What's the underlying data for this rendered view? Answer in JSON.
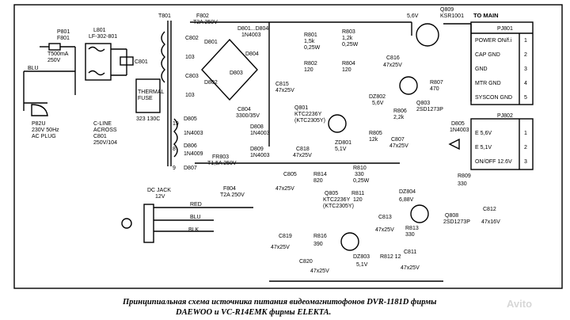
{
  "labels": {
    "p801": "P801",
    "f801": "F801",
    "fuse_rating": "T500mA",
    "fuse_voltage": "250V",
    "blu_ac": "BLU",
    "plug_p2u": "P82U",
    "plug_rating": "230V 50Hz",
    "ac_plug": "AC PLUG",
    "l801": "L801",
    "lf": "LF-302-801",
    "c801": "C801",
    "c_line": "C-LINE",
    "across": "ACROSS",
    "c801b": "C801",
    "c801v": "250V/104",
    "thermal": "THERMAL",
    "fuse_word": "FUSE",
    "temp": "323 130C",
    "t801": "T801",
    "f802": "F802",
    "f802r": "T2A 250V",
    "d801_804": "D801...D804",
    "in4003a": "1N4003",
    "d801": "D801",
    "c802": "C802",
    "c103a": "103",
    "c803": "C803",
    "c103b": "103",
    "d802": "D802",
    "d804": "D804",
    "d803": "D803",
    "c804": "C804",
    "c804v": "3300/35V",
    "r801": "R801",
    "r801v": "1,5k",
    "r801w": "0,25W",
    "r802": "R802",
    "r802v": "120",
    "c815": "C815",
    "c815v": "47x25V",
    "q801": "Q801",
    "q801a": "KTC2236Y",
    "q801b": "(KTC2305Y)",
    "c818": "C818",
    "c818v": "47x25V",
    "zd801": "ZD801",
    "zd801v": "5,1V",
    "r803": "R803",
    "r803v": "1,2k",
    "r803w": "0,25W",
    "r804": "R804",
    "r804v": "120",
    "c816": "C816",
    "c816v": "47x25V",
    "dz802": "DZ802",
    "dz802v": "5,6V",
    "r806": "R806",
    "r806v": "2,2k",
    "r805": "R805",
    "r805v": "12k",
    "c807": "C807",
    "c807v": "47x25V",
    "q803": "Q803",
    "q803t": "2SD1273P",
    "r807": "R807",
    "r807v": "470",
    "v5": "5,6V",
    "q809": "Q809",
    "q809t": "KSR1001",
    "d805": "D805",
    "d805t": "1N4003",
    "d805b": "D805",
    "p19": "19",
    "in4003b": "1N4003",
    "d806": "D806",
    "in4003c": "1N4009",
    "d807": "D807",
    "p8": "8",
    "p9": "9",
    "fr803": "FR803",
    "fr803r": "T1,5A 250V",
    "f804": "F804",
    "f804r": "T2A 250V",
    "d808": "D808",
    "in4003d": "1N4003",
    "d809": "D809",
    "in4003e": "1N4003",
    "dc_jack": "DC JACK",
    "v12": "12V",
    "red": "RED",
    "blu": "BLU",
    "blk": "BLK",
    "c805": "C805",
    "c805v": "47x25V",
    "r814": "R814",
    "r814v": "820",
    "r810": "R810",
    "r810v": "330",
    "r810w": "0,25W",
    "q805": "Q805",
    "q805a": "KTC2236Y",
    "q805b": "(KTC2305Y)",
    "r811": "R811",
    "r811v": "120",
    "c813": "C813",
    "c813v": "47x25V",
    "dz804": "DZ804",
    "dz804v": "6,88V",
    "r813": "R813",
    "r813v": "330",
    "q808": "Q808",
    "q808t": "2SD1273P",
    "c812": "C812",
    "c812v": "47x16V",
    "r809": "R809",
    "r809v": "330",
    "c819": "C819",
    "c819v": "47x25V",
    "r816": "R816",
    "r816v": "390",
    "c820": "C820",
    "c820v": "47x25V",
    "dz803": "DZ803",
    "dz803v": "5,1V",
    "r812": "R812 12",
    "c811": "C811",
    "c811v": "47x25V"
  },
  "connectors": {
    "main": {
      "title": "TO MAIN",
      "name": "PJ801",
      "pins": [
        {
          "name": "POWER ON/f.i",
          "num": "1"
        },
        {
          "name": "CAP GND",
          "num": "2"
        },
        {
          "name": "GND",
          "num": "3"
        },
        {
          "name": "MTR GND",
          "num": "4"
        },
        {
          "name": "SYSCON GND",
          "num": "5"
        }
      ]
    },
    "second": {
      "name": "PJ802",
      "pins": [
        {
          "name": "E 5,6V",
          "num": "1"
        },
        {
          "name": "E 5,1V",
          "num": "2"
        },
        {
          "name": "ON/OFF 12.6V",
          "num": "3"
        }
      ]
    }
  },
  "caption": {
    "line1": "Принципиальная схема источника питания видеомагнитофонов DVR-1181D фирмы",
    "line2": "DAEWOO и VC-R14EMK фирмы ELEKTA."
  },
  "watermark": "Avito"
}
